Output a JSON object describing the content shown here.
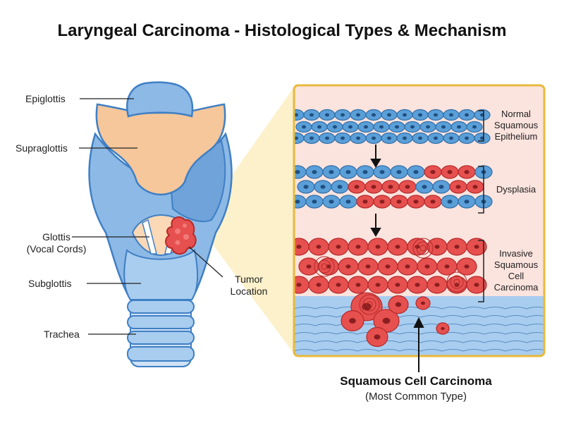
{
  "title": "Laryngeal Carcinoma - Histological Types & Mechanism",
  "larynx_labels": {
    "epiglottis": "Epiglottis",
    "supraglottis": "Supraglottis",
    "glottis_line1": "Glottis",
    "glottis_line2": "(Vocal Cords)",
    "subglottis": "Subglottis",
    "trachea": "Trachea",
    "tumor_line1": "Tumor",
    "tumor_line2": "Location"
  },
  "stages": [
    {
      "lines": [
        "Normal",
        "Squamous",
        "Epithelium"
      ]
    },
    {
      "lines": [
        "Dysplasia"
      ]
    },
    {
      "lines": [
        "Invasive",
        "Squamous",
        "Cell",
        "Carcinoma"
      ]
    }
  ],
  "caption": {
    "main": "Squamous Cell Carcinoma",
    "sub": "(Most Common Type)"
  },
  "colors": {
    "cartilage_blue": "#8db9e6",
    "outline_blue": "#3f7fc4",
    "supraglottis_tan": "#f6c79a",
    "tumor_red": "#e6504f",
    "normal_cell_blue": "#5b9fd8",
    "frame_gold": "#e9b93b",
    "tissue_pink": "#fbe3de"
  }
}
